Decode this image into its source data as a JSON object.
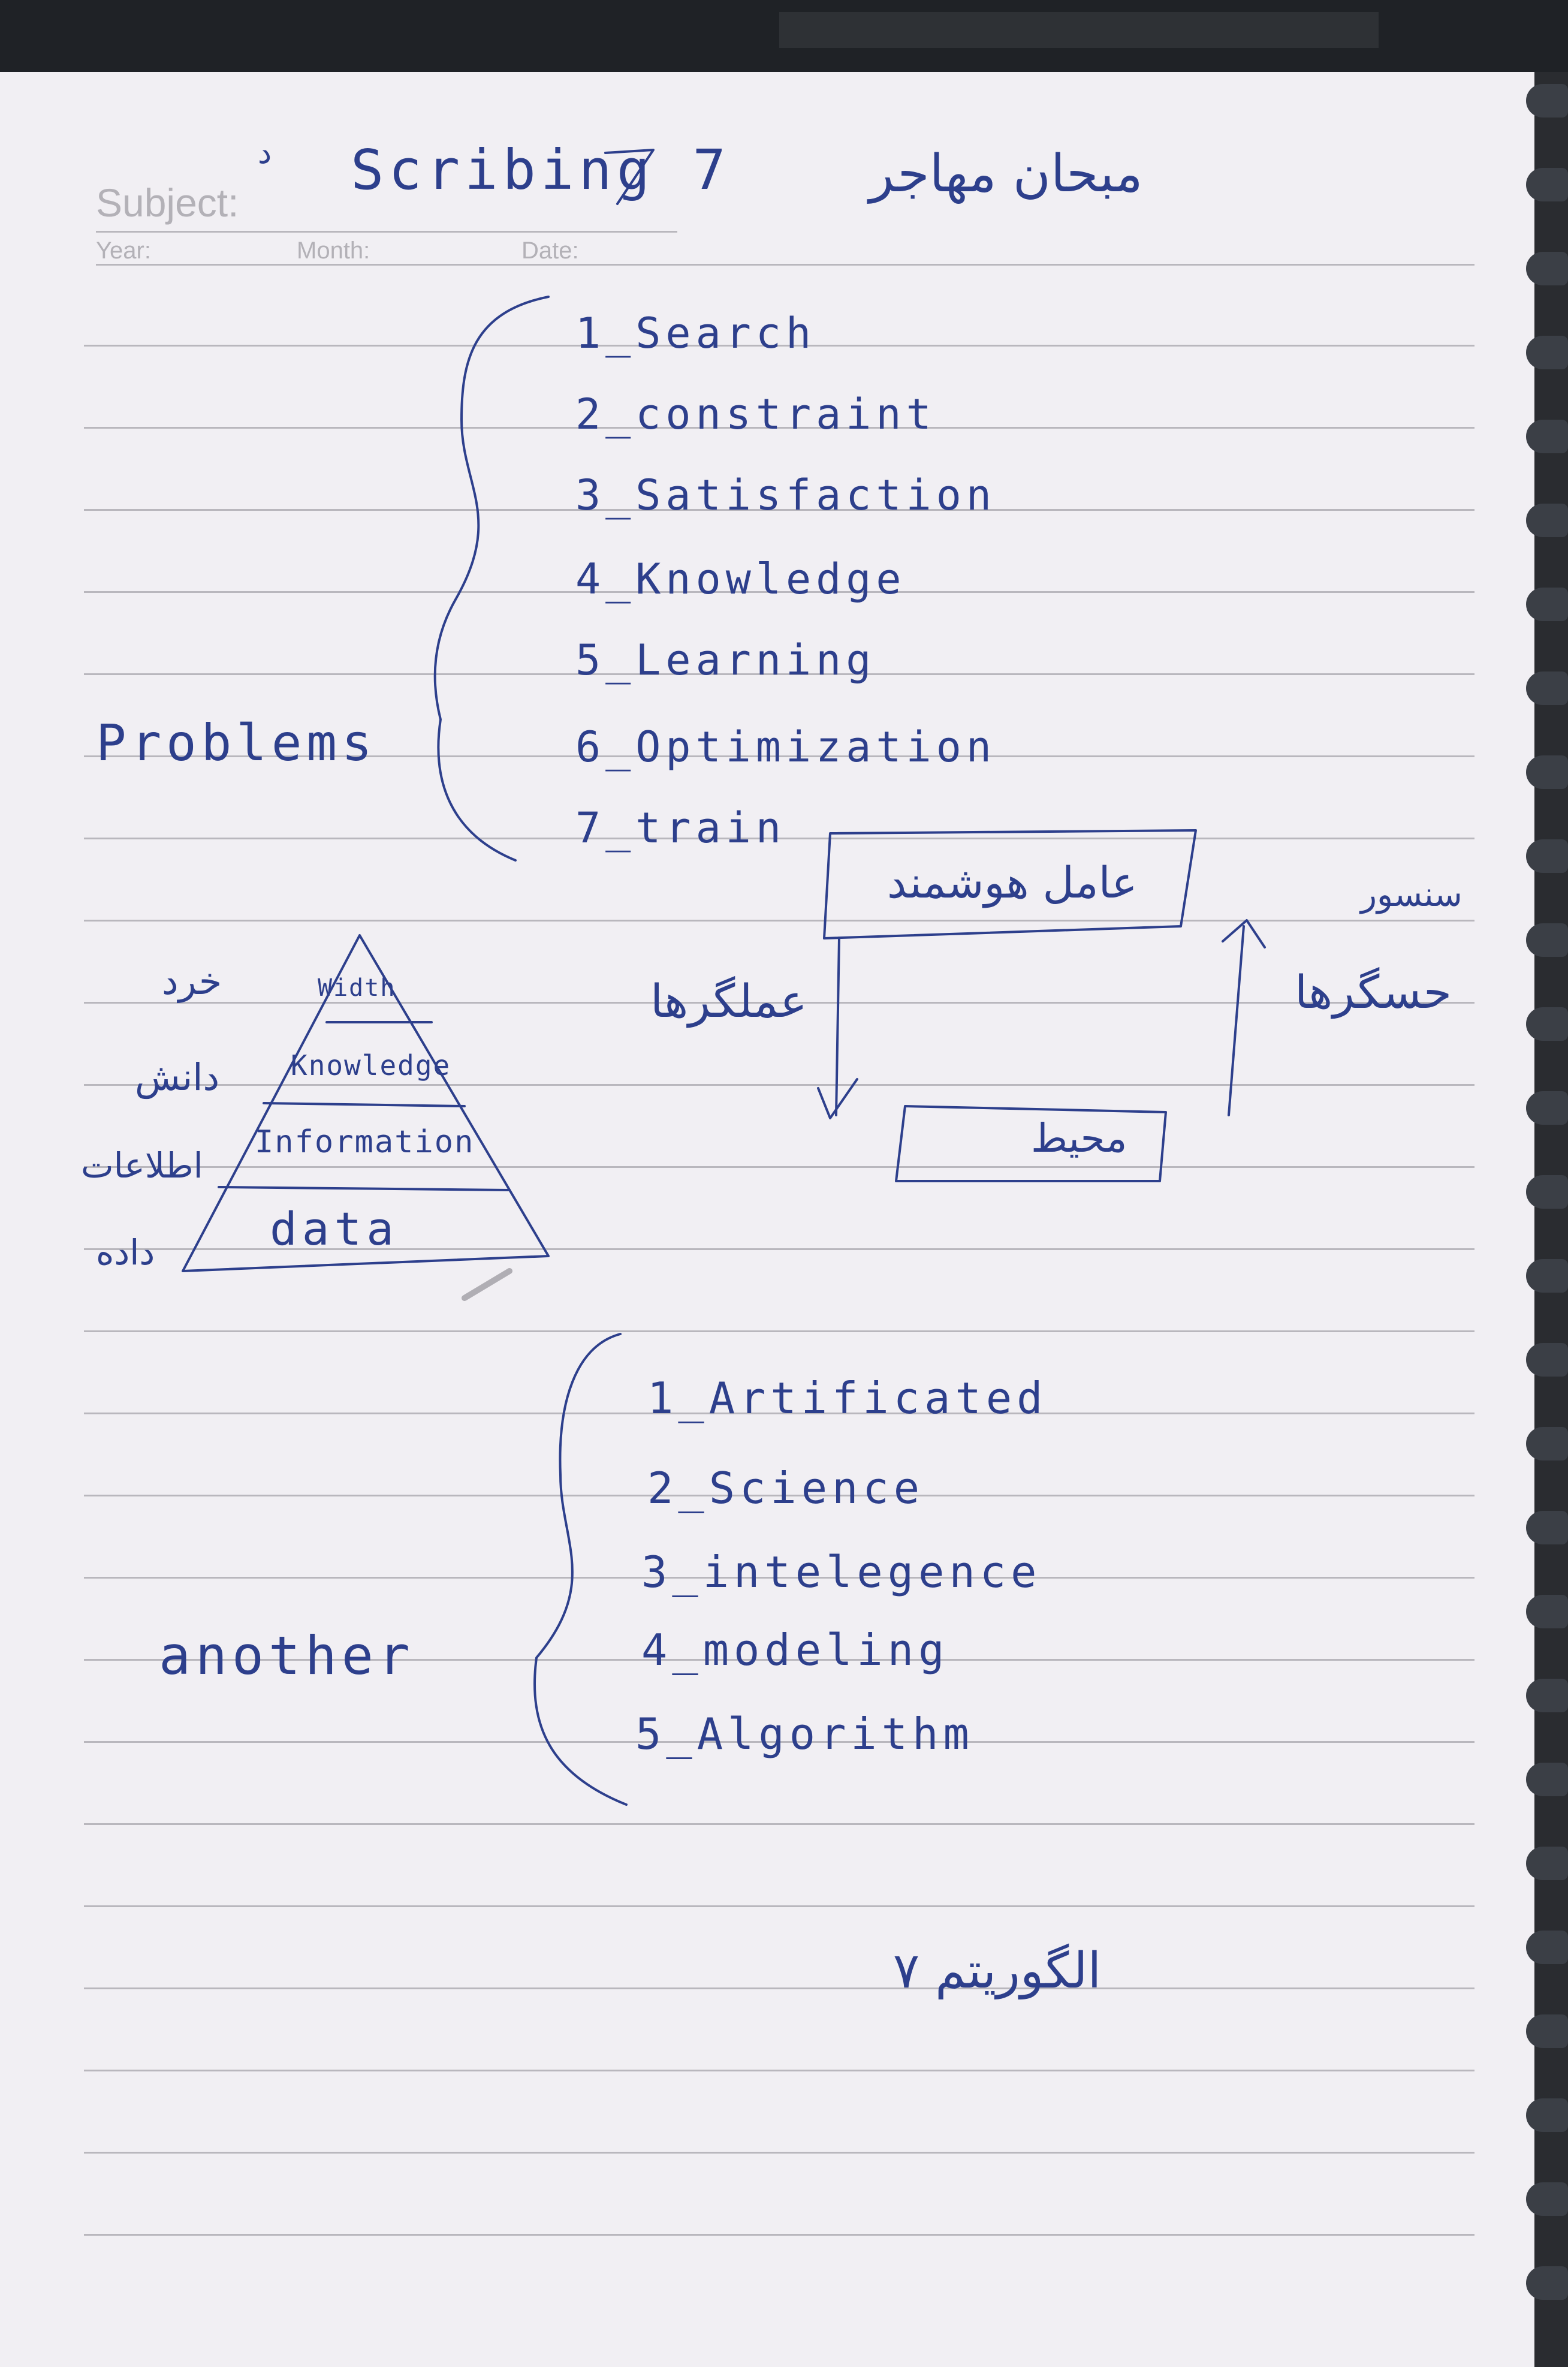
{
  "header": {
    "subject_label": "Subject:",
    "year_label": "Year:",
    "month_label": "Month:",
    "date_label": "Date:"
  },
  "title": {
    "mark": "د",
    "text": "Scribing 7",
    "author": "مبحان مهاجر"
  },
  "problems": {
    "label": "Problems",
    "items": [
      "1_Search",
      "2_constraint",
      "3_Satisfaction",
      "4_Knowledge",
      "5_Learning",
      "6_Optimization",
      "7_train"
    ]
  },
  "pyramid": {
    "levels": [
      "Width",
      "Knowledge",
      "Information",
      "data"
    ],
    "side_labels": [
      "خرد",
      "دانش",
      "اطلاعات",
      "داده"
    ]
  },
  "agent_diagram": {
    "agent_label": "عامل هوشمند",
    "environment_label": "محیط",
    "action_label": "عملگرها",
    "sensor_label": "سنسور",
    "sensors_label": "حسگرها"
  },
  "another": {
    "label": "another",
    "items": [
      "1_Artificated",
      "2_Science",
      "3_intelegence",
      "4_modeling",
      "5_Algorithm"
    ]
  },
  "footer_note": "الگوریتم ۷"
}
